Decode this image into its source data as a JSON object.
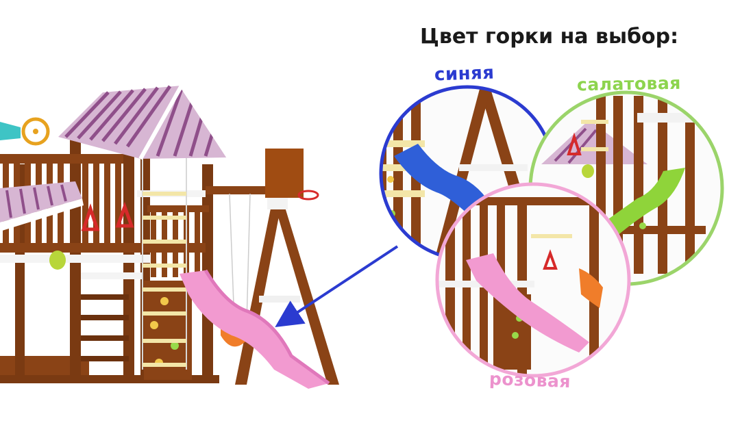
{
  "heading": "Цвет горки на выбор:",
  "options": {
    "blue": {
      "label": "синяя",
      "color": "#2b3bd0"
    },
    "green": {
      "label": "салатовая",
      "color": "#8dd44e"
    },
    "pink": {
      "label": "розовая",
      "color": "#ec92cd"
    }
  },
  "colors": {
    "wood": "#8a4316",
    "wood_dark": "#6b310e",
    "slide_pink": "#f29ad0",
    "slide_blue": "#2f5fd8",
    "slide_green": "#8fd43a",
    "arrow": "#2b3bd0",
    "canopy_purple": "#a06a9b"
  }
}
